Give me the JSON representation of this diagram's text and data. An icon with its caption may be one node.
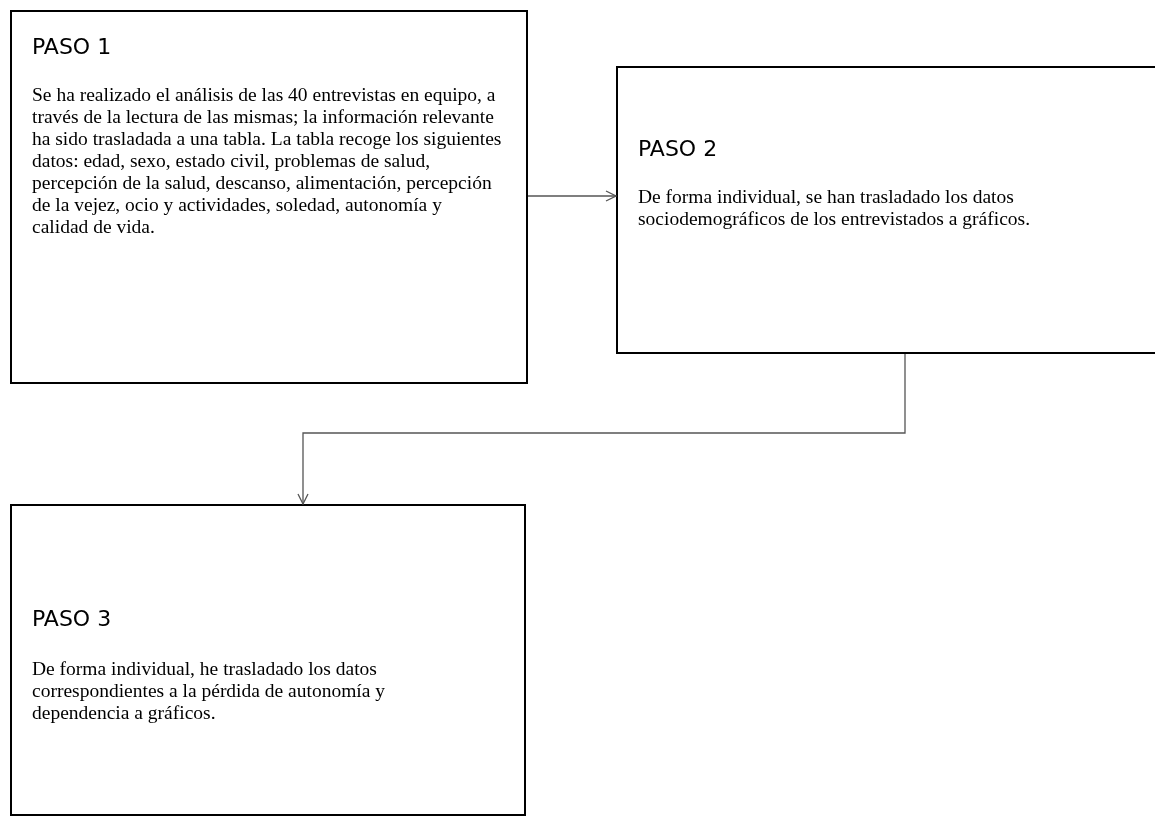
{
  "diagram": {
    "nodes": [
      {
        "text": [
          "PASO 1",
          "Se ha realizado el análisis de las 40 entrevistas en equipo, a través de la lectura de las mismas; la información relevante ha sido trasladada a una tabla. La tabla recoge los siguientes datos: edad, sexo, estado civil, problemas de salud, percepción de la salud, descanso, alimentación, percepción de la vejez, ocio y actividades, soledad, autonomía y calidad de vida."
        ]
      },
      {
        "text": [
          "PASO 2",
          "De forma individual, se han trasladado los datos sociodemográficos de los entrevistados a gráficos."
        ]
      },
      {
        "text": [
          "PASO 3",
          "De forma individual, he trasladado los datos correspondientes a la pérdida de autonomía y dependencia a gráficos."
        ]
      }
    ],
    "edges": [
      {
        "from": 0,
        "to": 1,
        "arrow": "to"
      },
      {
        "from": 1,
        "to": 2,
        "arrow": "to"
      }
    ]
  }
}
